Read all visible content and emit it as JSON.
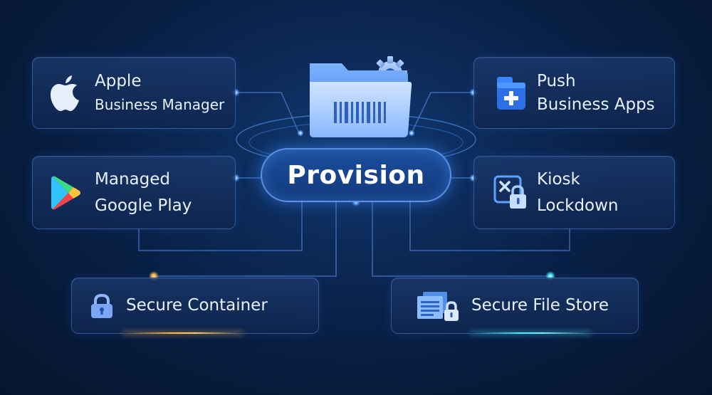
{
  "center": {
    "label": "Provision",
    "icon": "folder-gear-icon"
  },
  "cards": {
    "apple": {
      "line1": "Apple",
      "line2": "Business Manager",
      "icon": "apple-icon"
    },
    "play": {
      "line1": "Managed",
      "line2": "Google Play",
      "icon": "google-play-icon"
    },
    "push": {
      "line1": "Push",
      "line2": "Business Apps",
      "icon": "app-plus-icon"
    },
    "kiosk": {
      "line1": "Kiosk",
      "line2": "Lockdown",
      "icon": "kiosk-lock-icon"
    },
    "container": {
      "label": "Secure Container",
      "icon": "padlock-icon"
    },
    "filestore": {
      "label": "Secure File Store",
      "icon": "file-lock-icon"
    }
  },
  "colors": {
    "background": "#081d40",
    "accent_blue": "#3f8cff",
    "glow_orange": "#ffb43a",
    "glow_cyan": "#48e4ff"
  }
}
